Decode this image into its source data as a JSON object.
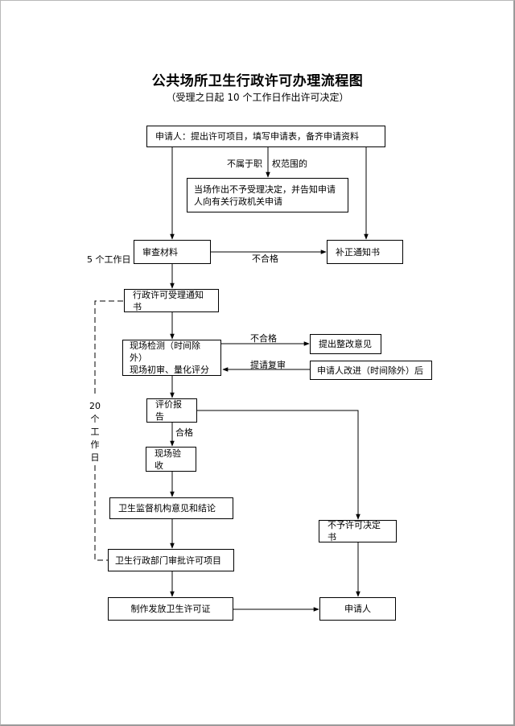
{
  "title": "公共场所卫生行政许可办理流程图",
  "subtitle": "（受理之日起 10 个工作日作出许可决定）",
  "boxes": {
    "applicant_submit": "申请人：提出许可项目，填写申请表，备齐申请资料",
    "not_accept_decision": "当场作出不予受理决定，并告知申请人向有关行政机关申请",
    "review_materials": "审查材料",
    "correction_notice": "补正通知书",
    "acceptance_notice": "行政许可受理通知书",
    "site_inspection": "现场检测（时间除外）\n现场初审、量化评分",
    "rectification_opinion": "提出整改意见",
    "applicant_improve": "申请人改进（时间除外）后",
    "evaluation_report": "评价报告",
    "site_acceptance": "现场验收",
    "supervision_opinion": "卫生监督机构意见和结论",
    "denial_decision": "不予许可决定书",
    "approval": "卫生行政部门审批许可项目",
    "issue_license": "制作发放卫生许可证",
    "applicant_final": "申请人"
  },
  "labels": {
    "not_within_scope_a": "不属于职",
    "not_within_scope_b": "权范围的",
    "unqualified_1": "不合格",
    "five_days": "5 个工作日",
    "unqualified_2": "不合格",
    "request_rereview": "提请复审",
    "qualified": "合格",
    "twenty_days": [
      "20",
      "个",
      "工",
      "作",
      "日"
    ]
  }
}
